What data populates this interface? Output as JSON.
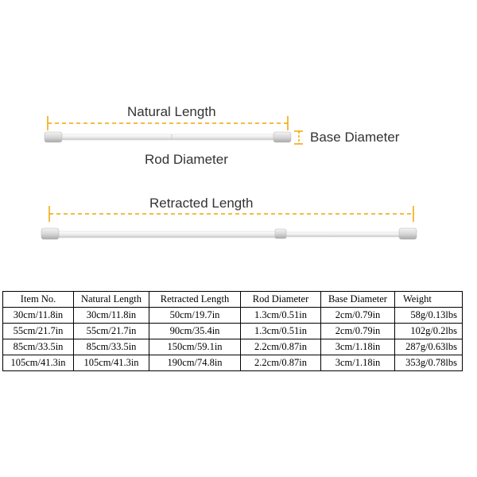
{
  "diagram": {
    "natural_length_label": "Natural Length",
    "rod_diameter_label": "Rod Diameter",
    "base_diameter_label": "Base Diameter",
    "retracted_length_label": "Retracted Length",
    "dimension_line_color": "#f0a500",
    "rod_color": "#e8e8e8"
  },
  "table": {
    "headers": [
      "Item No.",
      "Natural Length",
      "Retracted Length",
      "Rod Diameter",
      "Base Diameter",
      "Weight"
    ],
    "rows": [
      [
        "30cm/11.8in",
        "30cm/11.8in",
        "50cm/19.7in",
        "1.3cm/0.51in",
        "2cm/0.79in",
        "58g/0.13lbs"
      ],
      [
        "55cm/21.7in",
        "55cm/21.7in",
        "90cm/35.4in",
        "1.3cm/0.51in",
        "2cm/0.79in",
        "102g/0.2lbs"
      ],
      [
        "85cm/33.5in",
        "85cm/33.5in",
        "150cm/59.1in",
        "2.2cm/0.87in",
        "3cm/1.18in",
        "287g/0.63lbs"
      ],
      [
        "105cm/41.3in",
        "105cm/41.3in",
        "190cm/74.8in",
        "2.2cm/0.87in",
        "3cm/1.18in",
        "353g/0.78lbs"
      ]
    ]
  }
}
